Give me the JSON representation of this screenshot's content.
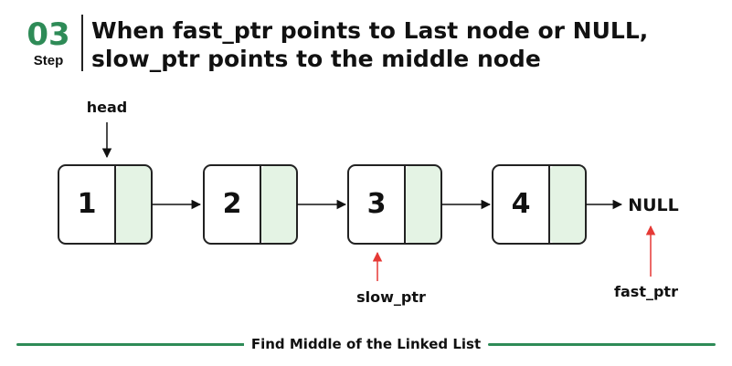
{
  "step": {
    "number": "03",
    "label": "Step"
  },
  "title": {
    "line1": "When fast_ptr points to Last node or NULL,",
    "line2": "slow_ptr points to the middle node"
  },
  "nodes": [
    {
      "value": "1"
    },
    {
      "value": "2"
    },
    {
      "value": "3"
    },
    {
      "value": "4"
    }
  ],
  "null_label": "NULL",
  "pointers": {
    "head": "head",
    "slow": "slow_ptr",
    "fast": "fast_ptr"
  },
  "caption": "Find Middle of the Linked List",
  "colors": {
    "accent": "#2e8b57",
    "pointer_arrow": "#e53935",
    "node_next_fill": "#e4f3e4"
  }
}
